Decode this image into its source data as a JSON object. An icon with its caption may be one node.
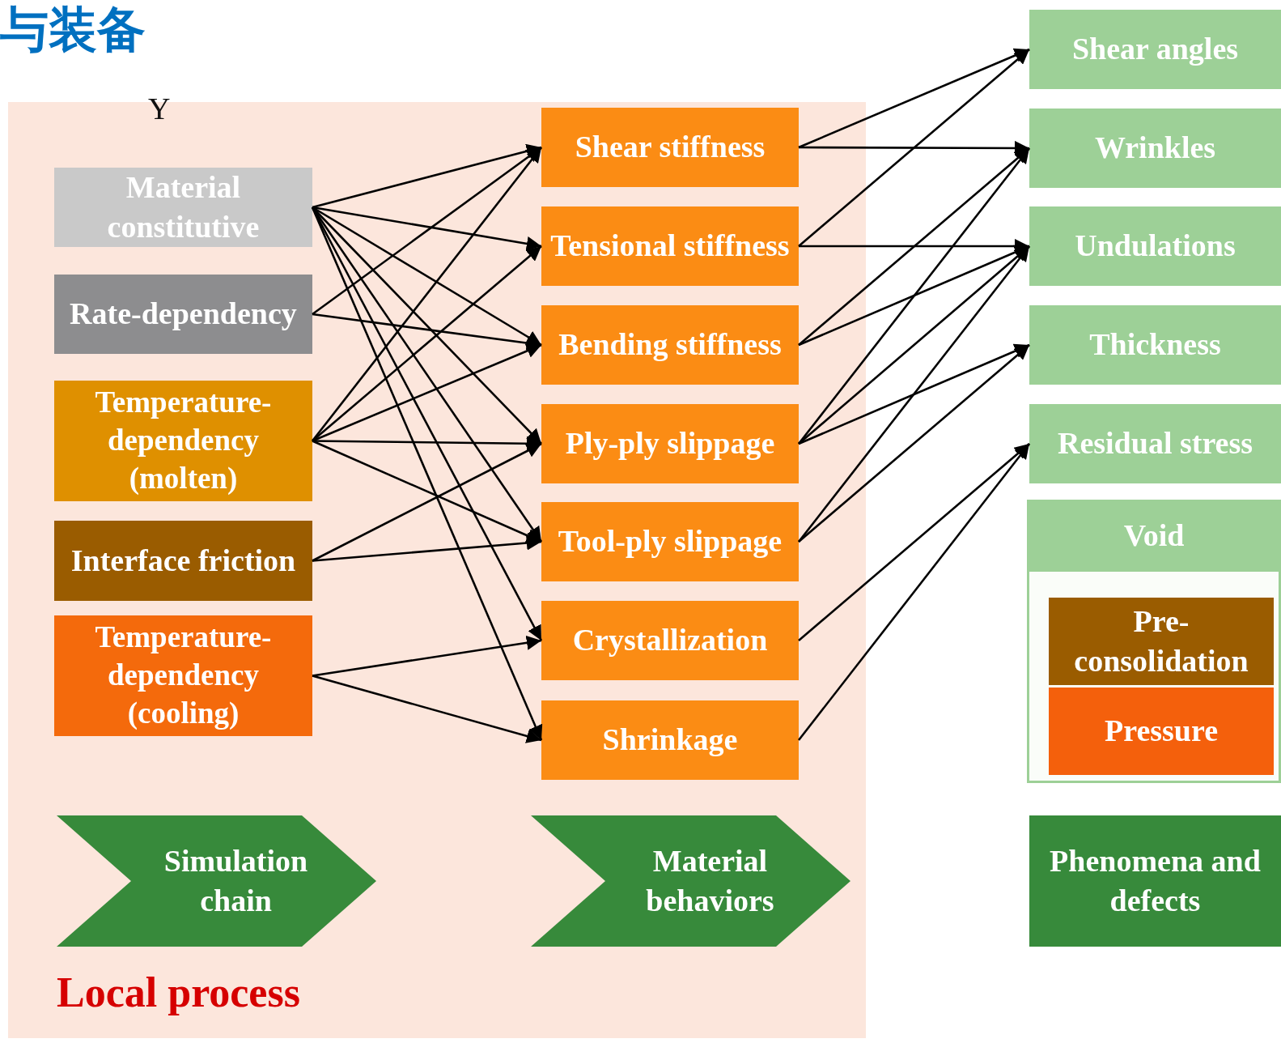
{
  "diagram": {
    "nodes": [
      {
        "text": [
          "Local process"
        ]
      },
      {
        "text": [
          "Material constitutive"
        ],
        "in": 0
      },
      {
        "text": [
          "Rate-dependency"
        ],
        "in": 0
      },
      {
        "text": [
          "Temperature-dependency (molten)"
        ],
        "in": 0
      },
      {
        "text": [
          "Interface friction"
        ],
        "in": 0
      },
      {
        "text": [
          "Temperature-dependency (cooling)"
        ],
        "in": 0
      },
      {
        "text": [
          "Shear stiffness"
        ],
        "in": 0
      },
      {
        "text": [
          "Tensional stiffness"
        ],
        "in": 0
      },
      {
        "text": [
          "Bending stiffness"
        ],
        "in": 0
      },
      {
        "text": [
          "Ply-ply slippage"
        ],
        "in": 0
      },
      {
        "text": [
          "Tool-ply slippage"
        ],
        "in": 0
      },
      {
        "text": [
          "Crystallization"
        ],
        "in": 0
      },
      {
        "text": [
          "Shrinkage"
        ],
        "in": 0
      },
      {
        "text": [
          "Simulation chain"
        ],
        "in": 0
      },
      {
        "text": [
          "Material behaviors"
        ],
        "in": 0
      },
      {
        "text": [
          "Shear angles"
        ]
      },
      {
        "text": [
          "Wrinkles"
        ]
      },
      {
        "text": [
          "Undulations"
        ]
      },
      {
        "text": [
          "Thickness"
        ]
      },
      {
        "text": [
          "Residual stress"
        ]
      },
      {
        "text": [
          "Void"
        ]
      },
      {
        "text": [
          "Pre-consolidation"
        ],
        "in": 20
      },
      {
        "text": [
          "Pressure"
        ],
        "in": 20
      },
      {
        "text": [
          "Phenomena and defects"
        ]
      }
    ],
    "edges": [
      {
        "from": 1,
        "to": 6,
        "arrow": "to"
      },
      {
        "from": 1,
        "to": 7,
        "arrow": "to"
      },
      {
        "from": 1,
        "to": 8,
        "arrow": "to"
      },
      {
        "from": 1,
        "to": 9,
        "arrow": "to"
      },
      {
        "from": 1,
        "to": 10,
        "arrow": "to"
      },
      {
        "from": 1,
        "to": 11,
        "arrow": "to"
      },
      {
        "from": 1,
        "to": 12,
        "arrow": "to"
      },
      {
        "from": 2,
        "to": 6,
        "arrow": "to"
      },
      {
        "from": 2,
        "to": 8,
        "arrow": "to"
      },
      {
        "from": 3,
        "to": 6,
        "arrow": "to"
      },
      {
        "from": 3,
        "to": 7,
        "arrow": "to"
      },
      {
        "from": 3,
        "to": 8,
        "arrow": "to"
      },
      {
        "from": 3,
        "to": 9,
        "arrow": "to"
      },
      {
        "from": 3,
        "to": 10,
        "arrow": "to"
      },
      {
        "from": 4,
        "to": 9,
        "arrow": "to"
      },
      {
        "from": 4,
        "to": 10,
        "arrow": "to"
      },
      {
        "from": 5,
        "to": 11,
        "arrow": "to"
      },
      {
        "from": 5,
        "to": 12,
        "arrow": "to"
      },
      {
        "from": 6,
        "to": 15,
        "arrow": "to"
      },
      {
        "from": 6,
        "to": 16,
        "arrow": "to"
      },
      {
        "from": 7,
        "to": 15,
        "arrow": "to"
      },
      {
        "from": 7,
        "to": 17,
        "arrow": "to"
      },
      {
        "from": 8,
        "to": 16,
        "arrow": "to"
      },
      {
        "from": 8,
        "to": 17,
        "arrow": "to"
      },
      {
        "from": 9,
        "to": 16,
        "arrow": "to"
      },
      {
        "from": 9,
        "to": 17,
        "arrow": "to"
      },
      {
        "from": 9,
        "to": 18,
        "arrow": "to"
      },
      {
        "from": 10,
        "to": 17,
        "arrow": "to"
      },
      {
        "from": 10,
        "to": 18,
        "arrow": "to"
      },
      {
        "from": 11,
        "to": 19,
        "arrow": "to"
      },
      {
        "from": 12,
        "to": 19,
        "arrow": "to"
      }
    ],
    "labels": [
      "与装备",
      "Y"
    ]
  }
}
